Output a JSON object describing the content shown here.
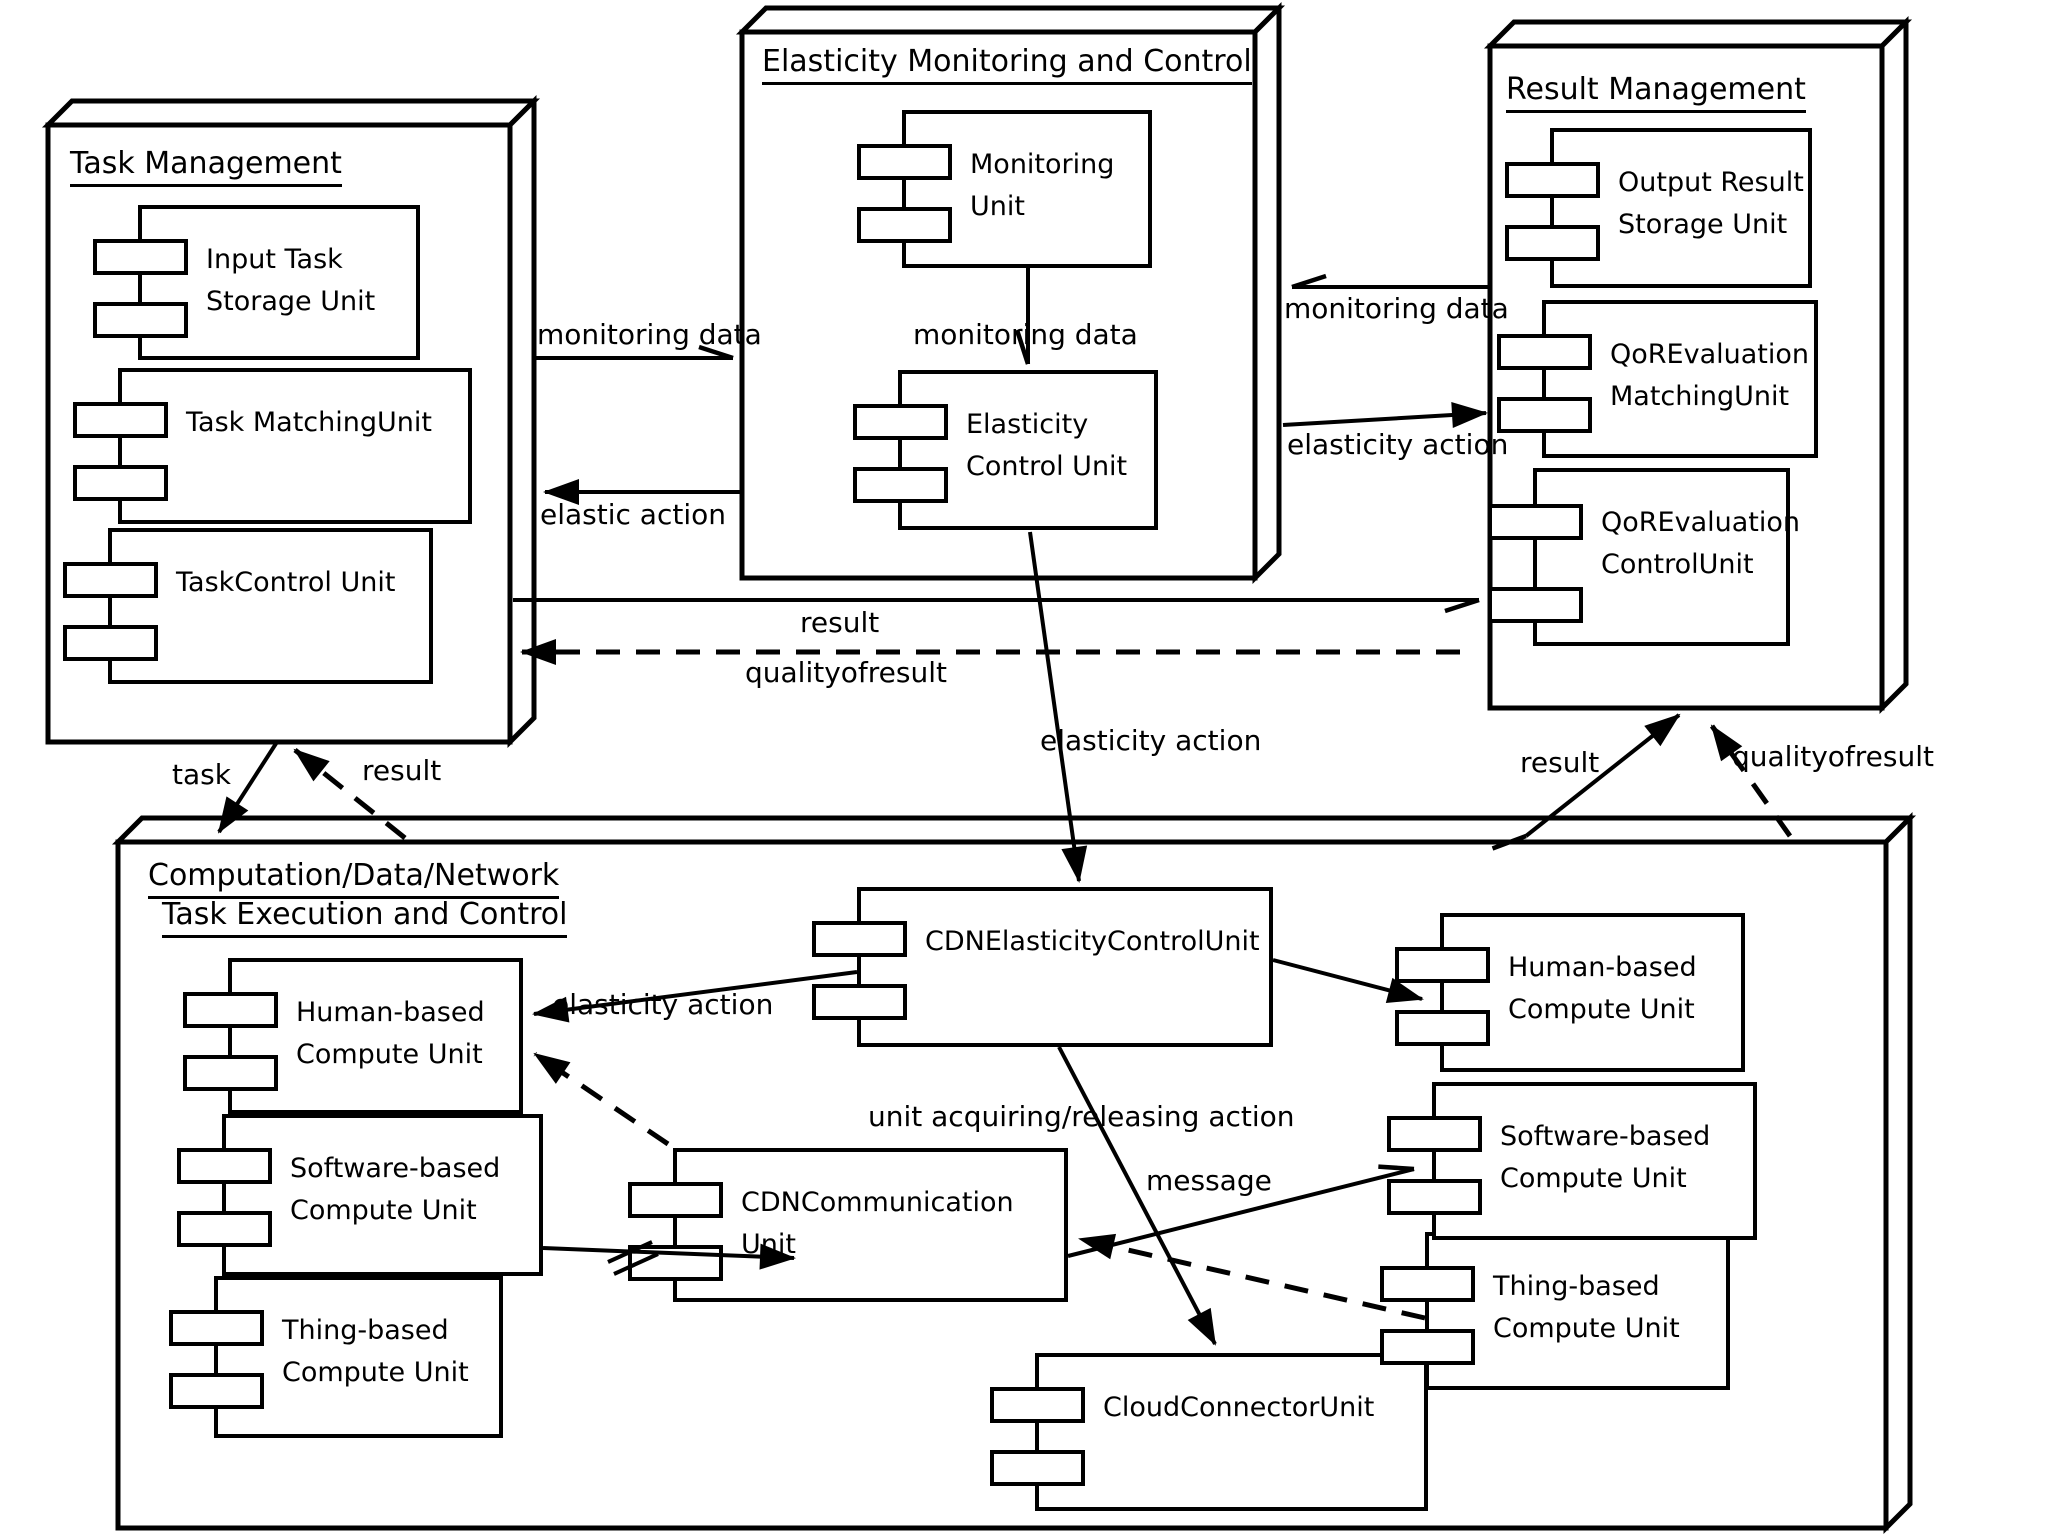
{
  "page": {
    "background": "#ffffff",
    "ink": "#000000"
  },
  "packages": {
    "tm": {
      "title": "Task Management",
      "components": [
        {
          "label": "Input Task\nStorage Unit"
        },
        {
          "label": "Task MatchingUnit"
        },
        {
          "label": "TaskControl Unit"
        }
      ]
    },
    "emc": {
      "title": "Elasticity Monitoring and Control",
      "components": [
        {
          "label": "Monitoring\nUnit"
        },
        {
          "label": "Elasticity\nControl Unit"
        }
      ]
    },
    "rm": {
      "title": "Result Management",
      "components": [
        {
          "label": "Output Result\nStorage Unit"
        },
        {
          "label": "QoREvaluation\nMatchingUnit"
        },
        {
          "label": "QoREvaluation\nControlUnit"
        }
      ]
    },
    "ex": {
      "title_line1": "Computation/Data/Network",
      "title_line2": "Task Execution and Control",
      "components": [
        {
          "label": "Human-based\nCompute Unit"
        },
        {
          "label": "Software-based\nCompute Unit"
        },
        {
          "label": "Thing-based\nCompute Unit"
        },
        {
          "label": "CDNElasticityControlUnit"
        },
        {
          "label": "CDNCommunication\nUnit"
        },
        {
          "label": "CloudConnectorUnit"
        },
        {
          "label": "Human-based\nCompute Unit"
        },
        {
          "label": "Software-based\nCompute Unit"
        },
        {
          "label": "Thing-based\nCompute Unit"
        }
      ]
    }
  },
  "edge_labels": {
    "monitoring_data_left": "monitoring data",
    "monitoring_data_center": "monitoring data",
    "monitoring_data_right": "monitoring data",
    "elasticity_action_right": "elasticity action",
    "elastic_action": "elastic action",
    "result_long": "result",
    "qualityofresult_long": "qualityofresult",
    "elasticity_action_mid": "elasticity action",
    "task": "task",
    "result_bottom_left": "result",
    "result_bottom_right": "result",
    "qualityofresult_bottom_right": "qualityofresult",
    "elasticity_action_bottom": "elasticity action",
    "unit_acquiring": "unit acquiring/releasing action",
    "message": "message"
  },
  "connections": [
    {
      "from": "Task Management",
      "to": "Elasticity Monitoring and Control",
      "label": "monitoring data",
      "line": "solid"
    },
    {
      "from": "Elasticity Monitoring and Control",
      "to": "Task Management",
      "label": "elastic action",
      "line": "solid"
    },
    {
      "from": "Monitoring Unit",
      "to": "Elasticity Control Unit",
      "label": "monitoring data",
      "line": "solid"
    },
    {
      "from": "Result Management",
      "to": "Elasticity Monitoring and Control",
      "label": "monitoring data",
      "line": "solid"
    },
    {
      "from": "Elasticity Monitoring and Control",
      "to": "Result Management",
      "label": "elasticity action",
      "line": "solid"
    },
    {
      "from": "QoREvaluation ControlUnit",
      "to": "Task Management",
      "label": "result",
      "line": "solid"
    },
    {
      "from": "Result Management",
      "to": "Task Management",
      "label": "qualityofresult",
      "line": "dashed"
    },
    {
      "from": "Elasticity Control Unit",
      "to": "CDNElasticityControlUnit",
      "label": "elasticity action",
      "line": "solid"
    },
    {
      "from": "Task Management",
      "to": "Task Execution and Control",
      "label": "task",
      "line": "solid"
    },
    {
      "from": "Task Execution and Control",
      "to": "Task Management",
      "label": "result",
      "line": "dashed"
    },
    {
      "from": "Task Execution and Control",
      "to": "Result Management",
      "label": "result",
      "line": "solid"
    },
    {
      "from": "Task Execution and Control",
      "to": "Result Management",
      "label": "qualityofresult",
      "line": "dashed"
    },
    {
      "from": "CDNElasticityControlUnit",
      "to": "Human-based Compute Unit (left)",
      "label": "elasticity action",
      "line": "solid"
    },
    {
      "from": "CDNCommunication Unit",
      "to": "Human-based Compute Unit (left)",
      "label": "",
      "line": "dashed"
    },
    {
      "from": "CDNElasticityControlUnit",
      "to": "Human-based Compute Unit (right)",
      "label": "",
      "line": "solid"
    },
    {
      "from": "Software-based Compute Unit (left)",
      "to": "CDNCommunication Unit",
      "label": "",
      "line": "solid"
    },
    {
      "from": "CDNElasticityControlUnit",
      "to": "CloudConnectorUnit",
      "label": "unit acquiring/releasing action",
      "line": "solid"
    },
    {
      "from": "CDNCommunication Unit",
      "to": "Software-based Compute Unit (right)",
      "label": "message",
      "line": "solid"
    },
    {
      "from": "Thing-based Compute Unit (right)",
      "to": "CDNCommunication Unit",
      "label": "",
      "line": "dashed"
    }
  ]
}
